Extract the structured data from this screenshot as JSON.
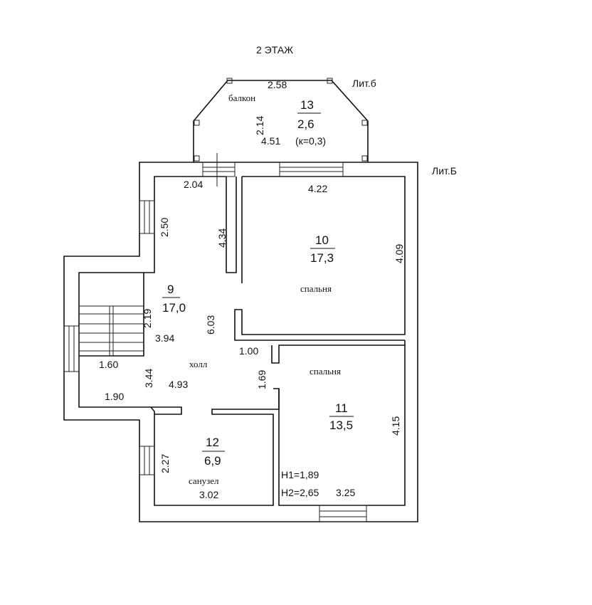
{
  "title": "2  ЭТАЖ",
  "labels": {
    "lit_small": "Лит.б",
    "lit_big": "Лит.Б"
  },
  "rooms": [
    {
      "number": "13",
      "area": "2,6",
      "note": "(к=0,3)",
      "name": "балкон"
    },
    {
      "number": "10",
      "area": "17,3",
      "name": "спальня"
    },
    {
      "number": "9",
      "area": "17,0",
      "name": "холл"
    },
    {
      "number": "11",
      "area": "13,5",
      "name": "спальня"
    },
    {
      "number": "12",
      "area": "6,9",
      "name": "санузел"
    }
  ],
  "heights": {
    "h1": "H1=1,89",
    "h2": "H2=2,65"
  },
  "dimensions": {
    "d258": "2.58",
    "d214": "2.14",
    "d451": "4.51",
    "d204": "2.04",
    "d422": "4.22",
    "d250": "2.50",
    "d434": "4.34",
    "d409": "4.09",
    "d219": "2.19",
    "d603": "6.03",
    "d394": "3.94",
    "d100": "1.00",
    "d160": "1.60",
    "d344": "3.44",
    "d493": "4.93",
    "d169": "1.69",
    "d190": "1.90",
    "d415": "4.15",
    "d227": "2.27",
    "d302": "3.02",
    "d325": "3.25"
  }
}
